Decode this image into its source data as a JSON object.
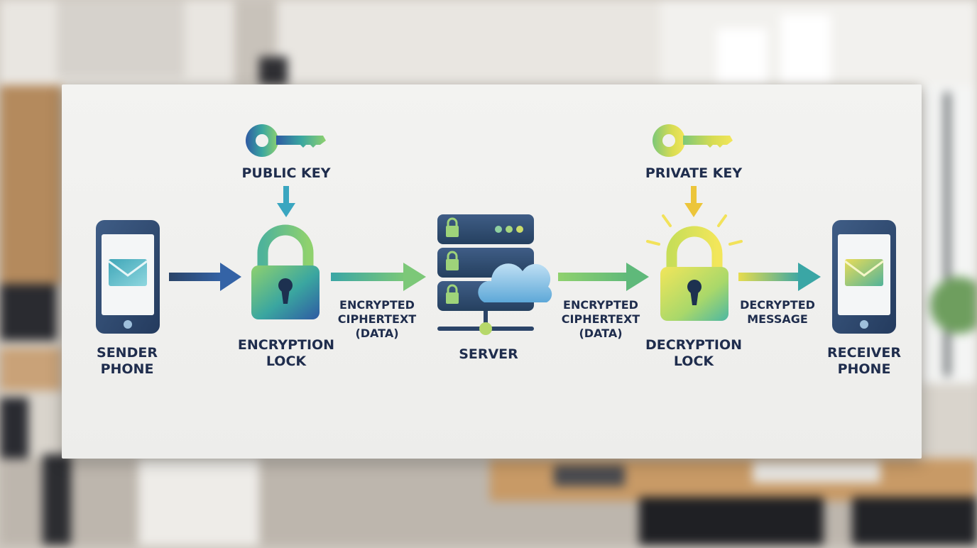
{
  "colors": {
    "navy": "#2b4468",
    "blue": "#3d6fb0",
    "teal": "#3aa6a5",
    "green": "#7cc878",
    "yellow": "#e7dc4e",
    "label": "#1f2d4d"
  },
  "diagram": {
    "nodes": [
      {
        "id": "sender_phone",
        "label": "SENDER\nPHONE",
        "icon": "phone-envelope-icon"
      },
      {
        "id": "encryption_lock",
        "label": "ENCRYPTION\nLOCK",
        "icon": "padlock-icon"
      },
      {
        "id": "server",
        "label": "SERVER",
        "icon": "server-cloud-icon"
      },
      {
        "id": "decryption_lock",
        "label": "DECRYPTION\nLOCK",
        "icon": "glowing-padlock-icon"
      },
      {
        "id": "receiver_phone",
        "label": "RECEIVER\nPHONE",
        "icon": "phone-envelope-icon"
      }
    ],
    "keys": [
      {
        "id": "public_key",
        "label": "PUBLIC KEY",
        "icon": "key-icon",
        "target": "encryption_lock"
      },
      {
        "id": "private_key",
        "label": "PRIVATE KEY",
        "icon": "key-icon",
        "target": "decryption_lock"
      }
    ],
    "edges": [
      {
        "from": "sender_phone",
        "to": "encryption_lock",
        "label": ""
      },
      {
        "from": "encryption_lock",
        "to": "server",
        "label": "ENCRYPTED\nCIPHERTEXT\n(DATA)"
      },
      {
        "from": "server",
        "to": "decryption_lock",
        "label": "ENCRYPTED\nCIPHERTEXT\n(DATA)"
      },
      {
        "from": "decryption_lock",
        "to": "receiver_phone",
        "label": "DECRYPTED\nMESSAGE"
      }
    ]
  }
}
